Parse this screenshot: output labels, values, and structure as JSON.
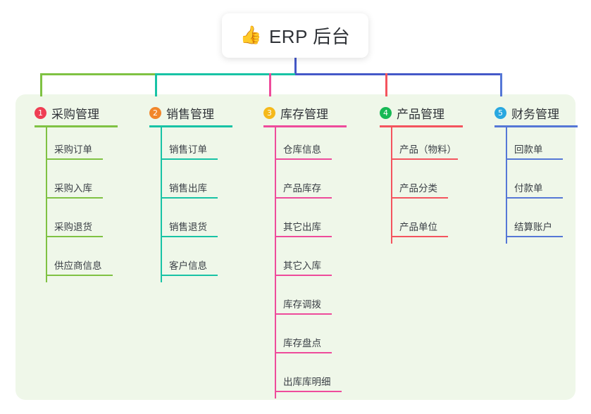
{
  "diagram": {
    "type": "mind-map",
    "background_color": "#ffffff",
    "panel_color": "#eff7e9",
    "root": {
      "icon": "thumbs-up-icon",
      "emoji": "👍",
      "title": "ERP 后台",
      "trunk_color": "#4558c8"
    },
    "branches": [
      {
        "index": "1",
        "title": "采购管理",
        "badge_color": "#ef3e53",
        "line_color": "#7fc243",
        "items": [
          "采购订单",
          "采购入库",
          "采购退货",
          "供应商信息"
        ]
      },
      {
        "index": "2",
        "title": "销售管理",
        "badge_color": "#f1862a",
        "line_color": "#18c3a5",
        "items": [
          "销售订单",
          "销售出库",
          "销售退货",
          "客户信息"
        ]
      },
      {
        "index": "3",
        "title": "库存管理",
        "badge_color": "#f5b91a",
        "line_color": "#ee4b9b",
        "items": [
          "仓库信息",
          "产品库存",
          "其它出库",
          "其它入库",
          "库存调拨",
          "库存盘点",
          "出库库明细"
        ]
      },
      {
        "index": "4",
        "title": "产品管理",
        "badge_color": "#17b955",
        "line_color": "#f4545e",
        "items": [
          "产品（物料）",
          "产品分类",
          "产品单位"
        ]
      },
      {
        "index": "5",
        "title": "财务管理",
        "badge_color": "#29a8e0",
        "line_color": "#5577d6",
        "items": [
          "回款单",
          "付款单",
          "结算账户"
        ]
      }
    ]
  }
}
